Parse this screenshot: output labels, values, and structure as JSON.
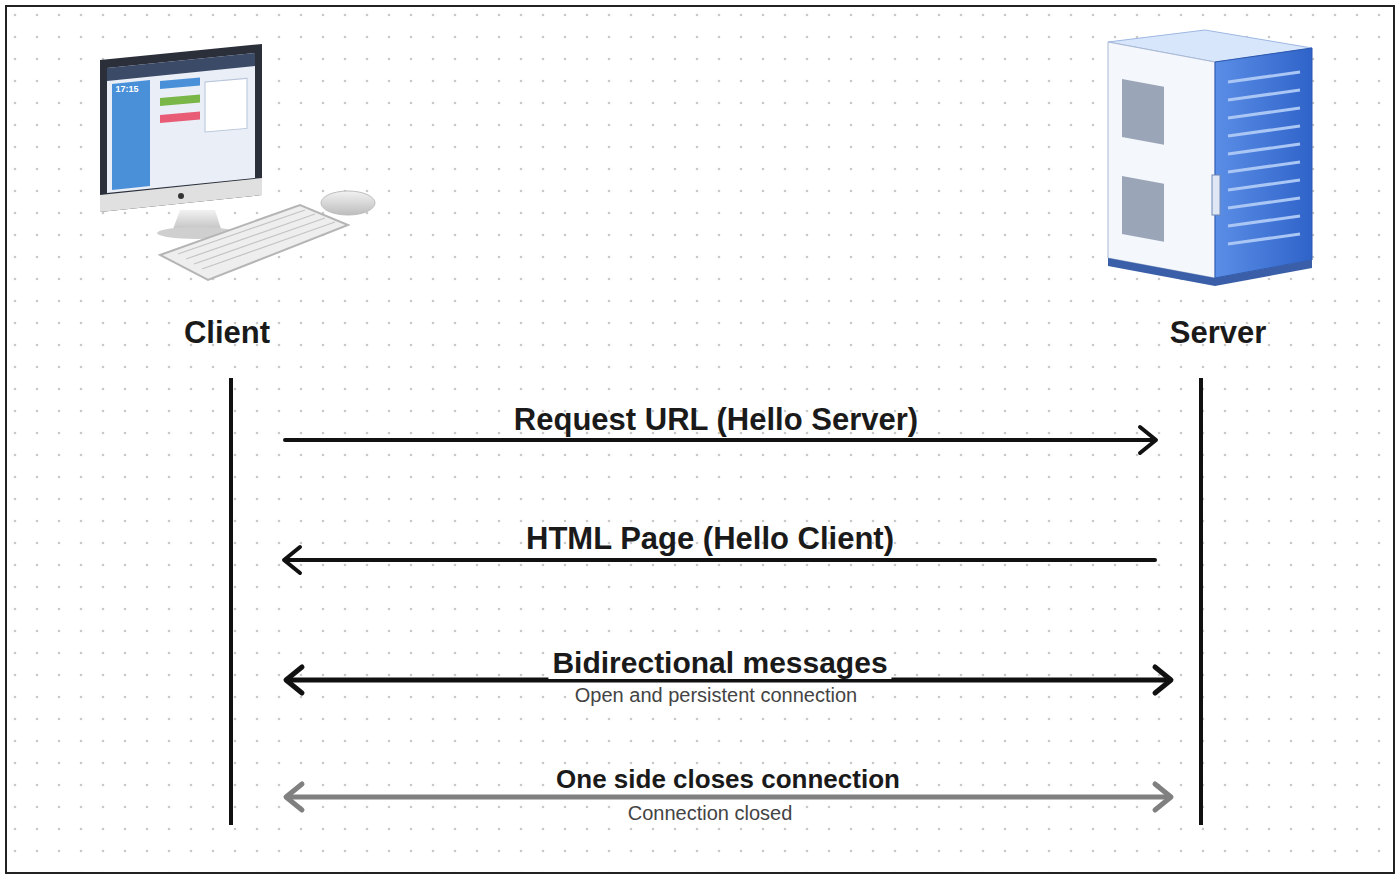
{
  "diagram": {
    "labels": [
      "Client",
      "Server",
      "Request URL (Hello Server)",
      "HTML Page (Hello Client)",
      "Bidirectional messages",
      "Open and persistent connection",
      "One side closes connection",
      "Connection closed",
      "17:15"
    ]
  }
}
